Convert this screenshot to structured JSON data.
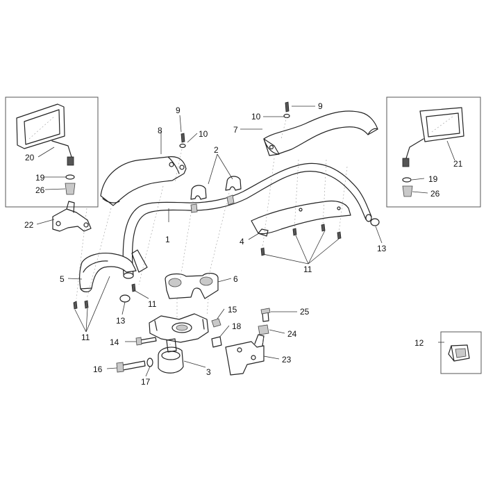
{
  "diagram": {
    "callouts": {
      "c1": "1",
      "c2": "2",
      "c3": "3",
      "c4": "4",
      "c5": "5",
      "c6": "6",
      "c7": "7",
      "c8": "8",
      "c9a": "9",
      "c9b": "9",
      "c10a": "10",
      "c10b": "10",
      "c11a": "11",
      "c11b": "11",
      "c11c": "11",
      "c12": "12",
      "c13a": "13",
      "c13b": "13",
      "c14": "14",
      "c15": "15",
      "c16": "16",
      "c17": "17",
      "c18": "18",
      "c19a": "19",
      "c19b": "19",
      "c20": "20",
      "c21": "21",
      "c22": "22",
      "c23": "23",
      "c24": "24",
      "c25": "25",
      "c26a": "26",
      "c26b": "26"
    }
  }
}
